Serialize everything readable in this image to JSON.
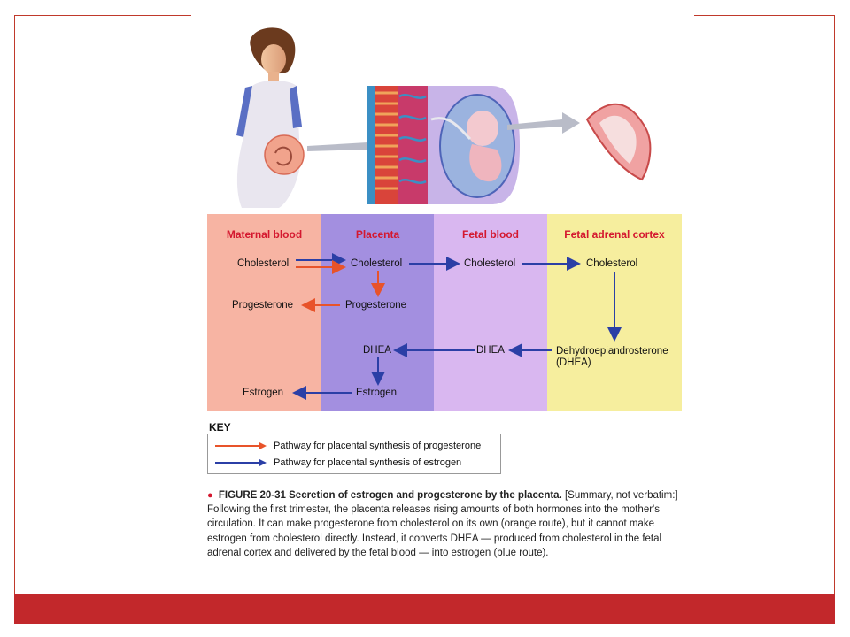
{
  "columns": {
    "maternal": "Maternal blood",
    "placenta": "Placenta",
    "fetal": "Fetal blood",
    "adrenal": "Fetal adrenal cortex"
  },
  "nodes": {
    "maternal_cholesterol": "Cholesterol",
    "maternal_progesterone": "Progesterone",
    "maternal_estrogen": "Estrogen",
    "placenta_cholesterol": "Cholesterol",
    "placenta_progesterone": "Progesterone",
    "placenta_dhea": "DHEA",
    "placenta_estrogen": "Estrogen",
    "fetal_cholesterol": "Cholesterol",
    "fetal_dhea": "DHEA",
    "adrenal_cholesterol": "Cholesterol",
    "adrenal_dhea_line1": "Dehydroepiandrosterone",
    "adrenal_dhea_line2": "(DHEA)"
  },
  "key": {
    "title": "KEY",
    "progesterone": "Pathway for placental synthesis of progesterone",
    "estrogen": "Pathway for placental synthesis of estrogen"
  },
  "caption": {
    "figure_label": "FIGURE 20-31",
    "title": "Secretion of estrogen and progesterone by the placenta.",
    "body": "[Summary, not verbatim:] Following the first trimester, the placenta releases rising amounts of both hormones into the mother's circulation. It can make progesterone from cholesterol on its own (orange route), but it cannot make estrogen from cholesterol directly. Instead, it converts DHEA — produced from cholesterol in the fetal adrenal cortex and delivered by the fetal blood — into estrogen (blue route)."
  },
  "colors": {
    "progesterone_path": "#e8532a",
    "estrogen_path": "#2b3fa6",
    "maternal_bg": "#f7b4a3",
    "placenta_bg": "#a38fe0",
    "fetal_bg": "#d9b7f0",
    "adrenal_bg": "#f6ee9e",
    "heading": "#d4182f",
    "accent": "#c2282b"
  }
}
